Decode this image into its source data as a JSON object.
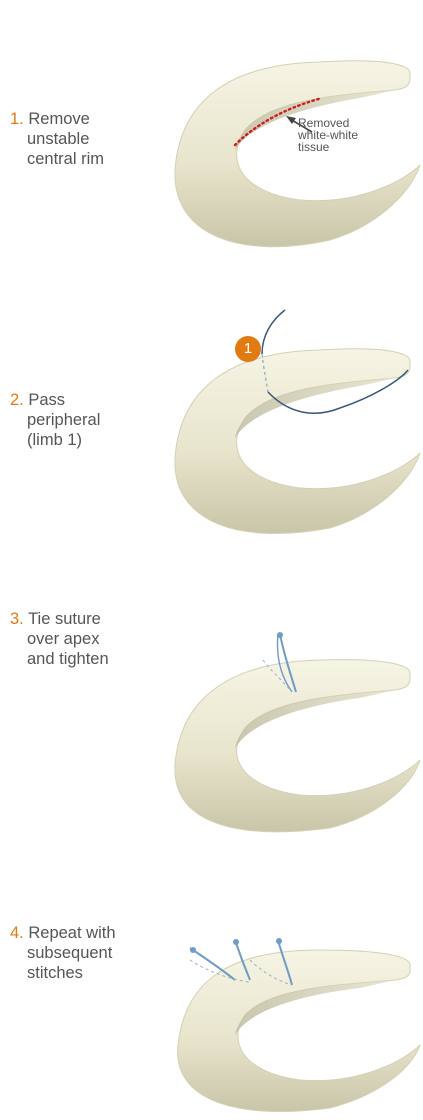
{
  "steps": [
    {
      "number": "1.",
      "lines": [
        "Remove",
        "unstable",
        "central rim"
      ]
    },
    {
      "number": "2.",
      "lines": [
        "Pass",
        "peripheral",
        "(limb 1)"
      ]
    },
    {
      "number": "3.",
      "lines": [
        "Tie suture",
        "over apex",
        "and tighten"
      ]
    },
    {
      "number": "4.",
      "lines": [
        "Repeat with",
        "subsequent",
        "stitches"
      ]
    }
  ],
  "annotation": {
    "lines": [
      "Removed",
      "white-white",
      "tissue"
    ]
  },
  "badge": {
    "label": "1"
  },
  "colors": {
    "accent": "#e27a12",
    "tissue": "#ece9d2",
    "resection": "#cc1e1e",
    "suture": "#6f9bc8"
  }
}
